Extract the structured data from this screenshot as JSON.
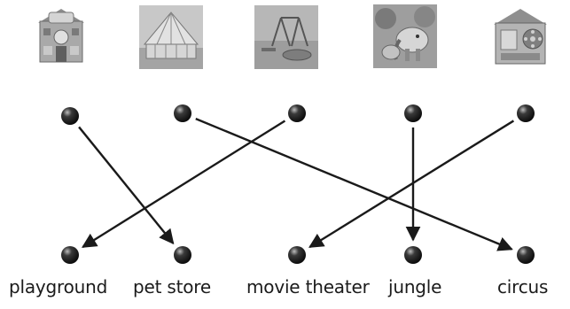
{
  "pictures": [
    {
      "icon": "pet-store-building-icon"
    },
    {
      "icon": "circus-tent-icon"
    },
    {
      "icon": "playground-icon"
    },
    {
      "icon": "jungle-animals-icon"
    },
    {
      "icon": "movie-theater-building-icon"
    }
  ],
  "labels": [
    "playground",
    "pet store",
    "movie theater",
    "jungle",
    "circus"
  ],
  "connections": [
    {
      "from_picture": 1,
      "to_label": 2
    },
    {
      "from_picture": 2,
      "to_label": 5
    },
    {
      "from_picture": 3,
      "to_label": 1
    },
    {
      "from_picture": 4,
      "to_label": 4
    },
    {
      "from_picture": 5,
      "to_label": 3
    }
  ],
  "colors": {
    "line": "#1a1a1a",
    "dot_dark": "#141414",
    "dot_highlight": "#bdbdbd",
    "picture_tone": "#9a9a9a"
  }
}
